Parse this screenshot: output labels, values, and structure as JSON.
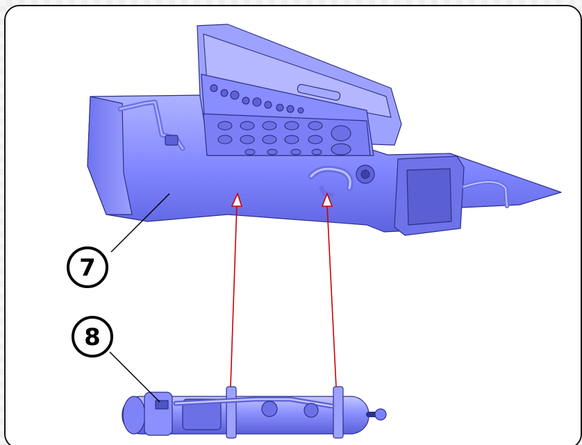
{
  "callouts": [
    {
      "id": "7",
      "label": "7"
    },
    {
      "id": "8",
      "label": "8"
    }
  ],
  "colors": {
    "part_fill": "#7b80ff",
    "part_light": "#b9bcff",
    "part_dark": "#4b50c8",
    "arrow": "#cc0000",
    "outline": "#111111"
  },
  "icons": {
    "main_assembly": "instrument-panel-assembly",
    "sub_assembly": "cylinder-tank-assembly",
    "arrows": "insertion-arrows"
  }
}
